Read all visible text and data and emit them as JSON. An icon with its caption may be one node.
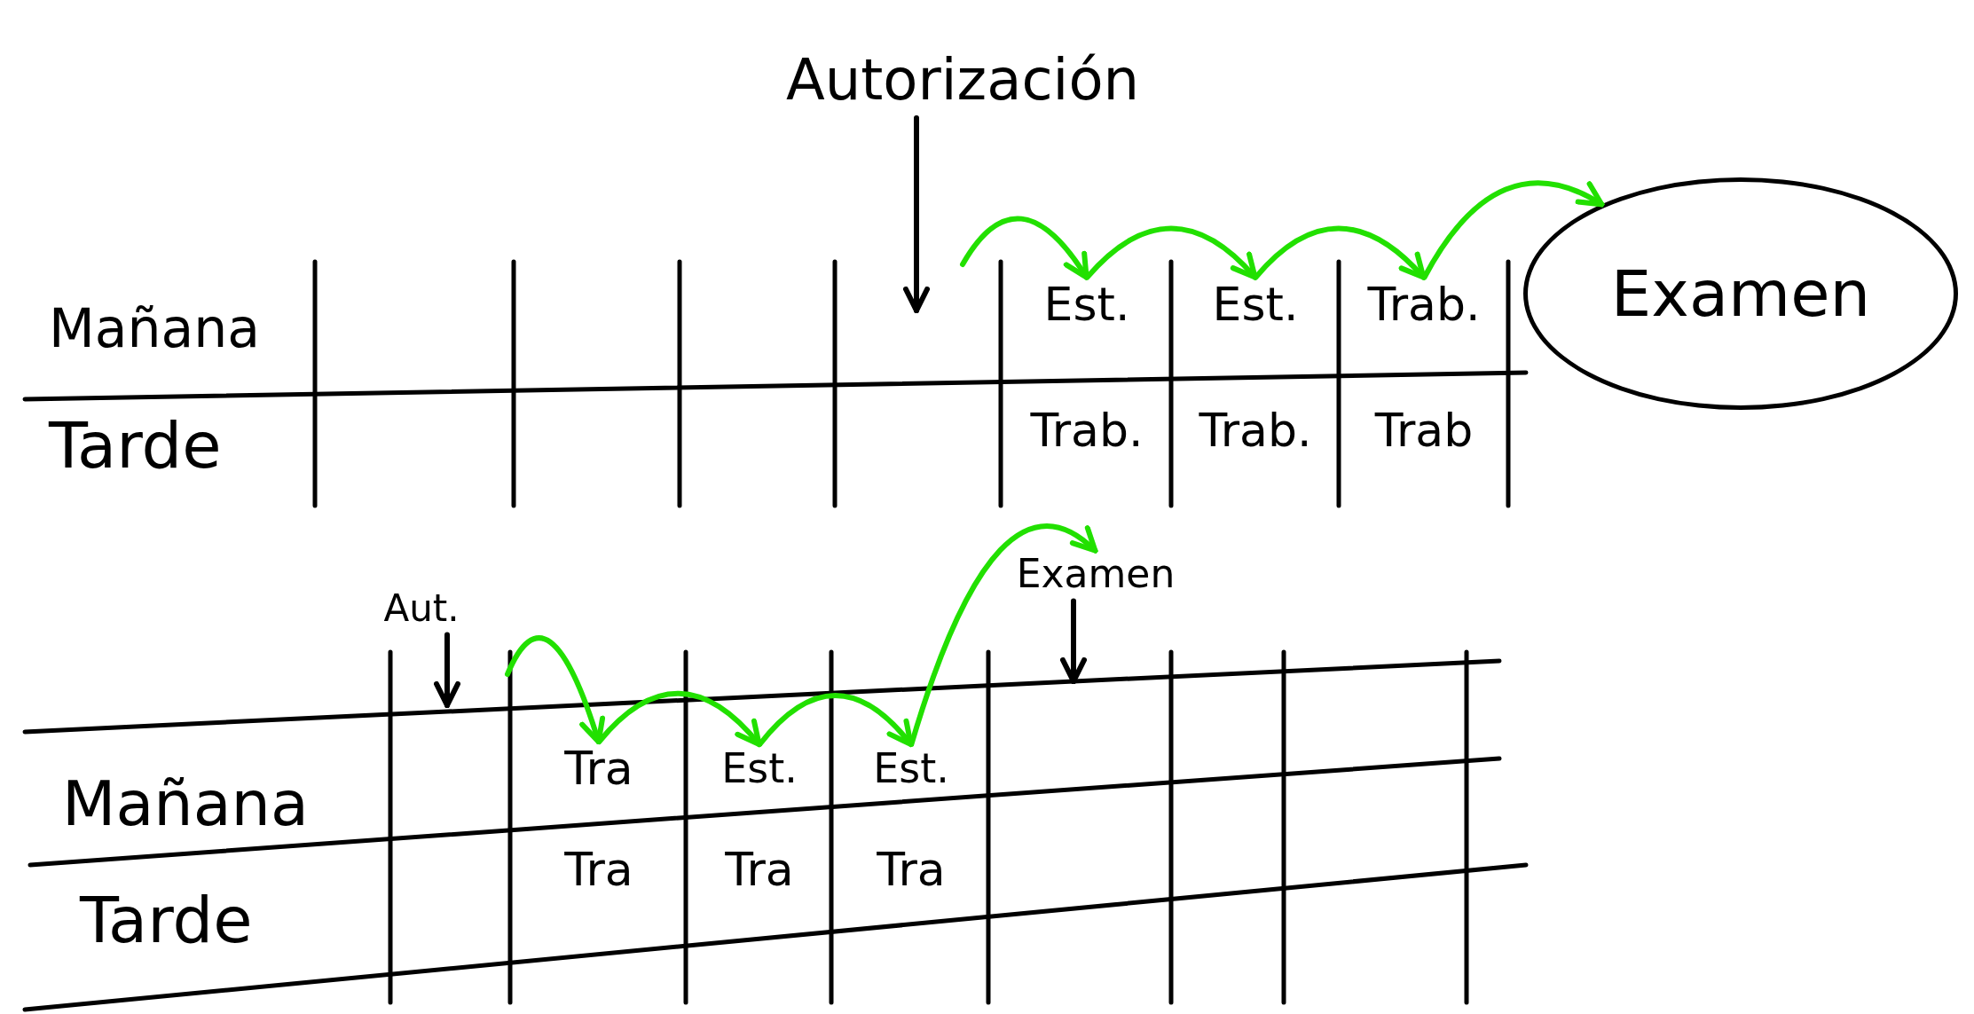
{
  "diagram": {
    "nodes": [
      {
        "text": [
          "Autorización"
        ]
      },
      {
        "text": [
          "Est."
        ]
      },
      {
        "text": [
          "Est."
        ]
      },
      {
        "text": [
          "Trab."
        ]
      },
      {
        "text": [
          "Trab."
        ]
      },
      {
        "text": [
          "Trab."
        ]
      },
      {
        "text": [
          "Trab"
        ]
      },
      {
        "text": [
          "Examen"
        ]
      },
      {
        "text": [
          "Aut."
        ]
      },
      {
        "text": [
          "Tra"
        ]
      },
      {
        "text": [
          "Est."
        ]
      },
      {
        "text": [
          "Est."
        ]
      },
      {
        "text": [
          "Tra"
        ]
      },
      {
        "text": [
          "Tra"
        ]
      },
      {
        "text": [
          "Tra"
        ]
      },
      {
        "text": [
          "Examen"
        ]
      }
    ],
    "edges": [
      {
        "from": 0,
        "to": null,
        "arrow": "to",
        "color": "#000000"
      },
      {
        "from": null,
        "to": 1,
        "arrow": "to"
      },
      {
        "from": 1,
        "to": 2,
        "arrow": "to"
      },
      {
        "from": 2,
        "to": 3,
        "arrow": "to"
      },
      {
        "from": 3,
        "to": 7,
        "arrow": "to"
      },
      {
        "from": 8,
        "to": null,
        "arrow": "to",
        "color": "#000000"
      },
      {
        "from": null,
        "to": 9,
        "arrow": "to"
      },
      {
        "from": 9,
        "to": 10,
        "arrow": "to"
      },
      {
        "from": 10,
        "to": 11,
        "arrow": "to"
      },
      {
        "from": 11,
        "to": 15,
        "arrow": "to"
      },
      {
        "from": 15,
        "to": null,
        "arrow": "to",
        "color": "#000000"
      }
    ],
    "labels": [
      "Mañana",
      "Tarde",
      "Mañana",
      "Tarde"
    ]
  }
}
